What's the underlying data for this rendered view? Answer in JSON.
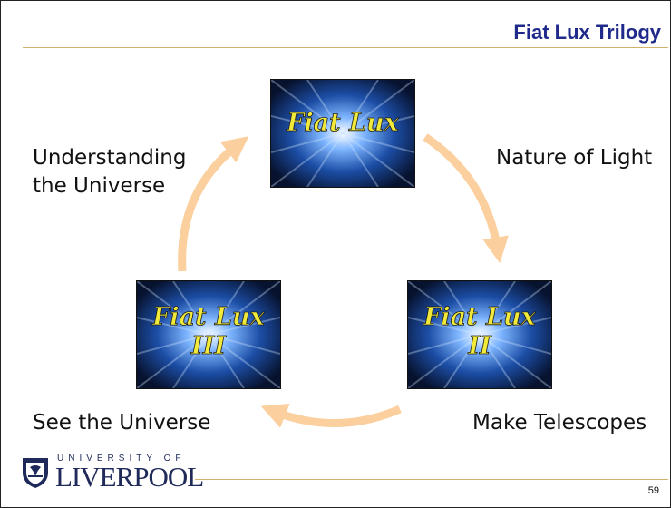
{
  "slide": {
    "title": "Fiat Lux Trilogy",
    "page_number": "59"
  },
  "labels": {
    "understanding_line1": "Understanding",
    "understanding_line2": "the Universe",
    "nature_of_light": "Nature of Light",
    "see_universe": "See the Universe",
    "make_telescopes": "Make Telescopes"
  },
  "panels": [
    {
      "id": "top",
      "line1": "Fiat Lux",
      "line2": ""
    },
    {
      "id": "left",
      "line1": "Fiat Lux",
      "line2": "III"
    },
    {
      "id": "right",
      "line1": "Fiat Lux",
      "line2": "II"
    }
  ],
  "logo": {
    "small_text": "UNIVERSITY OF",
    "big_text": "LIVERPOOL"
  },
  "colors": {
    "title": "#1f2a8a",
    "rule": "#d2b26a",
    "arrow": "#fbd09e",
    "panel_text": "#f2ea3a"
  },
  "icons": [
    "university-crest-icon",
    "curved-arrow-icon"
  ]
}
